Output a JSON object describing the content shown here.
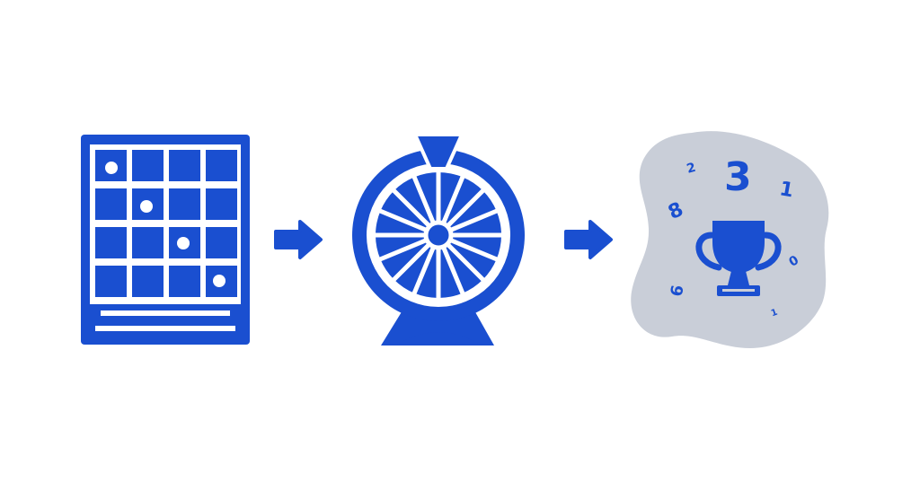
{
  "colors": {
    "primary": "#1a4fd0",
    "blob": "#c9ced8",
    "background": "#ffffff"
  },
  "flow": {
    "steps": [
      {
        "icon": "bingo-card-icon"
      },
      {
        "icon": "prize-wheel-icon"
      },
      {
        "icon": "trophy-icon"
      }
    ],
    "connectors": [
      "arrow-right-icon",
      "arrow-right-icon"
    ]
  },
  "numbers": {
    "big": "3",
    "n1": "1",
    "n2": "2",
    "n8": "8",
    "n0": "0",
    "n6": "6",
    "n1_small": "1"
  }
}
